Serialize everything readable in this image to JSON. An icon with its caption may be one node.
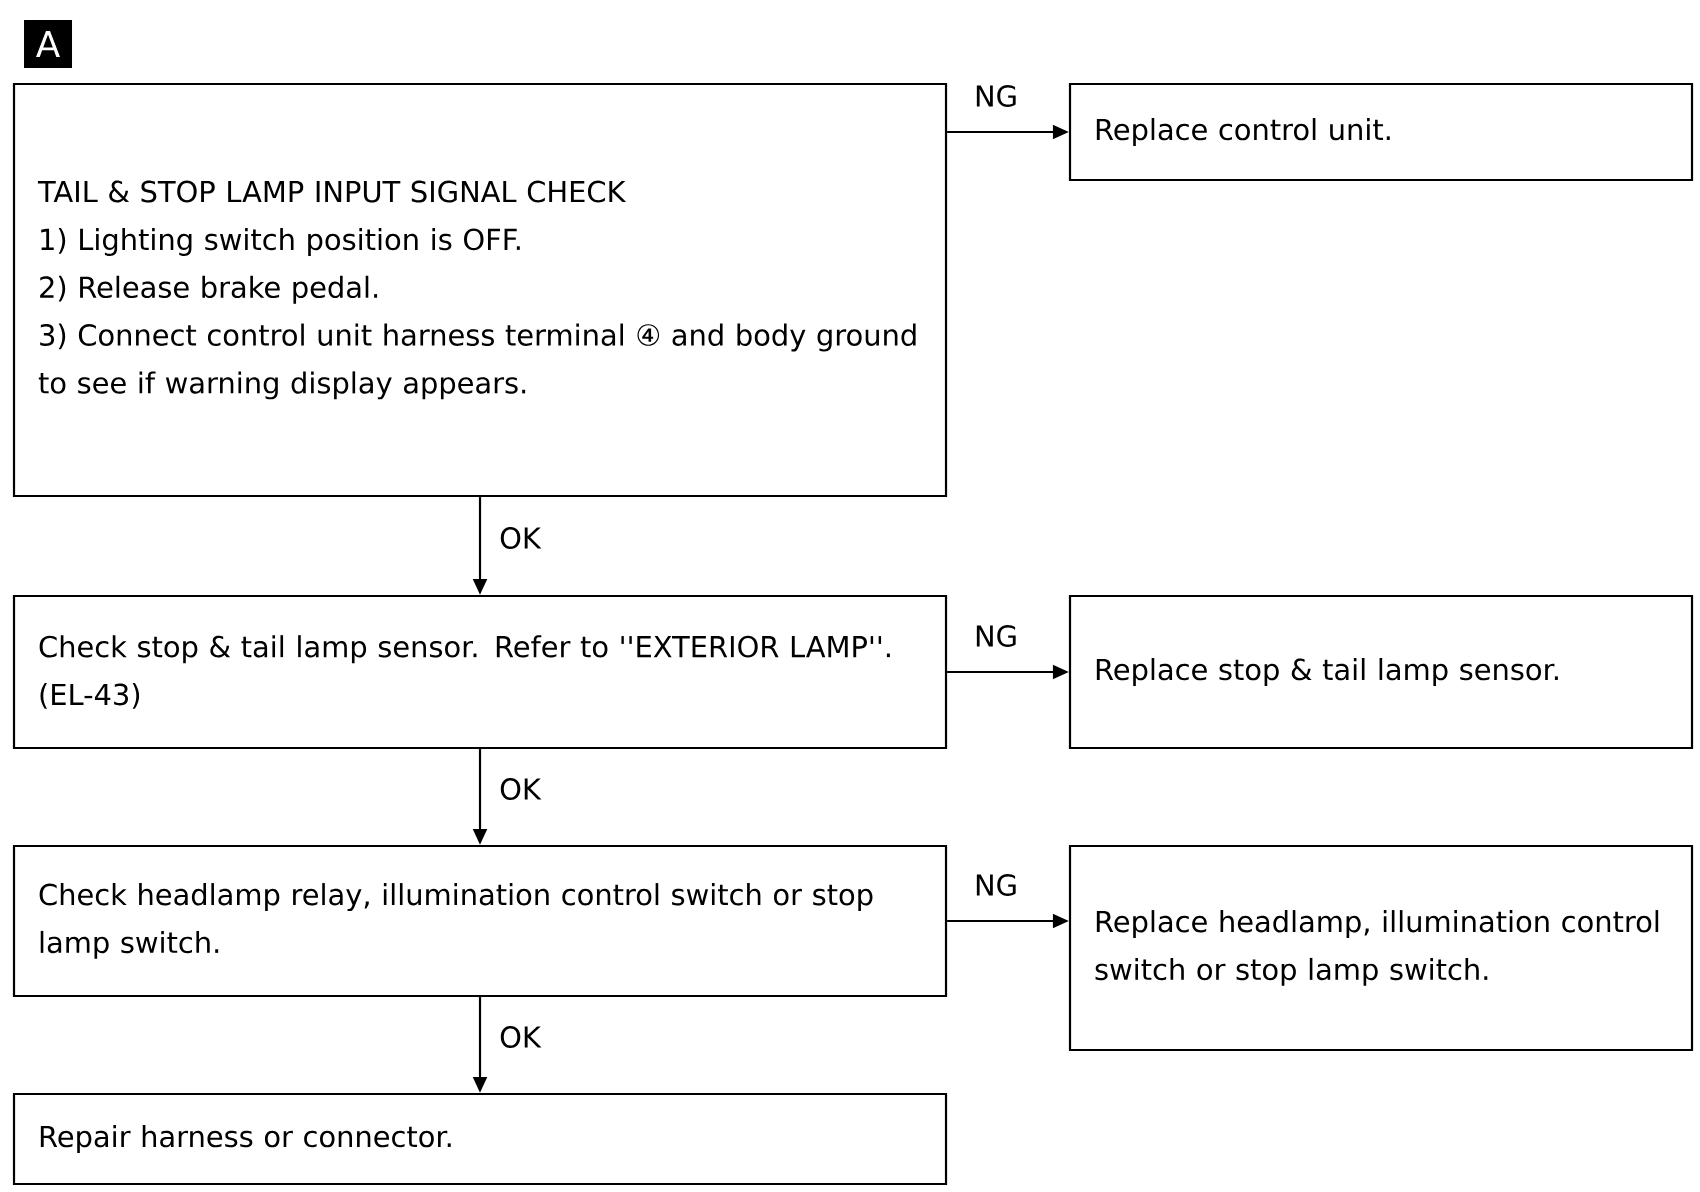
{
  "diagram": {
    "nodes": [
      {
        "text": [
          "TAIL & STOP LAMP INPUT SIGNAL CHECK",
          "1) Lighting switch position is OFF.",
          "2) Release brake pedal.",
          "3) Connect control unit harness terminal ④ and body ground to see if warning display appears."
        ]
      },
      {
        "text": [
          "Replace control unit."
        ]
      },
      {
        "text": [
          "Check stop & tail lamp sensor. Refer to ''EXTERIOR LAMP''. (EL-43)"
        ]
      },
      {
        "text": [
          "Replace stop & tail lamp sensor."
        ]
      },
      {
        "text": [
          "Check headlamp relay, illumination control switch or stop lamp switch."
        ]
      },
      {
        "text": [
          "Replace headlamp, illumination control switch or stop lamp switch."
        ]
      },
      {
        "text": [
          "Repair harness or connector."
        ]
      }
    ],
    "edges": [
      {
        "from": 0,
        "to": 1,
        "arrow": "to",
        "label": "NG"
      },
      {
        "from": 0,
        "to": 2,
        "arrow": "to",
        "label": "OK"
      },
      {
        "from": 2,
        "to": 3,
        "arrow": "to",
        "label": "NG"
      },
      {
        "from": 2,
        "to": 4,
        "arrow": "to",
        "label": "OK"
      },
      {
        "from": 4,
        "to": 5,
        "arrow": "to",
        "label": "NG"
      },
      {
        "from": 4,
        "to": 6,
        "arrow": "to",
        "label": "OK"
      }
    ],
    "labels": [
      "A"
    ]
  }
}
